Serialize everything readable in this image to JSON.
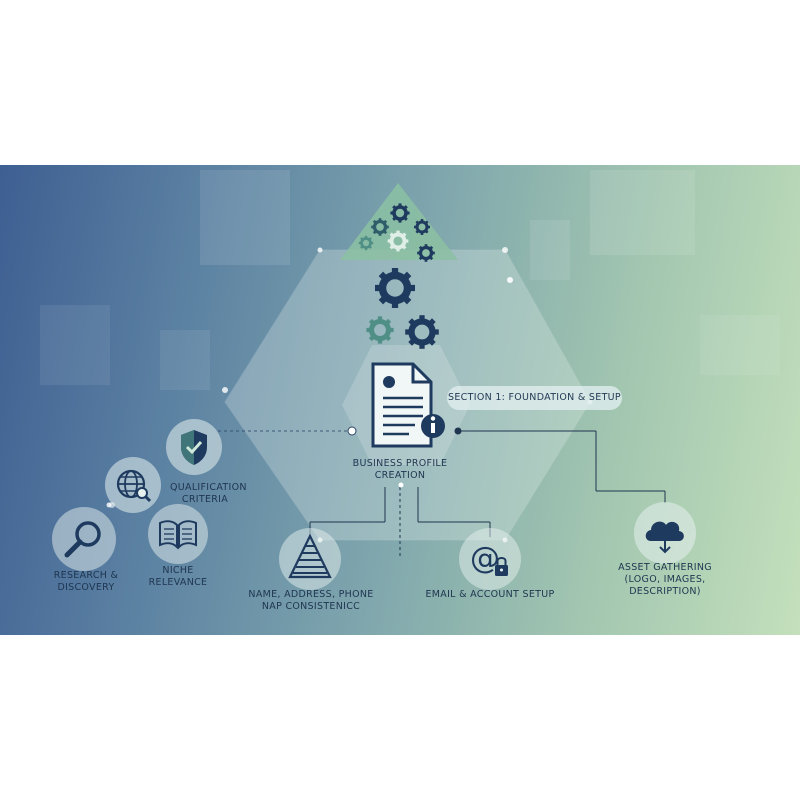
{
  "section_label": "SECTION 1: FOUNDATION & SETUP",
  "center": {
    "title_line1": "BUSINESS PROFILE",
    "title_line2": "CREATION"
  },
  "nodes": {
    "qualification": {
      "line1": "QUALIFICATION",
      "line2": "CRITERIA",
      "icon": "shield-check-icon"
    },
    "research": {
      "line1": "RESEARCH &",
      "line2": "DISCOVERY",
      "icon": "magnifier-icon"
    },
    "niche": {
      "line1": "NICHE",
      "line2": "RELEVANCE",
      "icon": "open-book-icon"
    },
    "globe": {
      "icon": "globe-search-icon"
    },
    "nap": {
      "line1": "NAME, ADDRESS, PHONE",
      "line2": "NAP CONSISTENICC",
      "icon": "pyramid-icon"
    },
    "email": {
      "line1": "EMAIL & ACCOUNT SETUP",
      "icon": "at-lock-icon"
    },
    "assets": {
      "line1": "ASSET GATHERING",
      "line2": "(LOGO, IMAGES,",
      "line3": "DESCRIPTION)",
      "icon": "cloud-download-icon"
    }
  },
  "colors": {
    "icon_dark": "#1f3a5f",
    "icon_teal": "#4f8f86",
    "banner_left": "#3e5f92",
    "banner_right": "#c4e0bc"
  }
}
